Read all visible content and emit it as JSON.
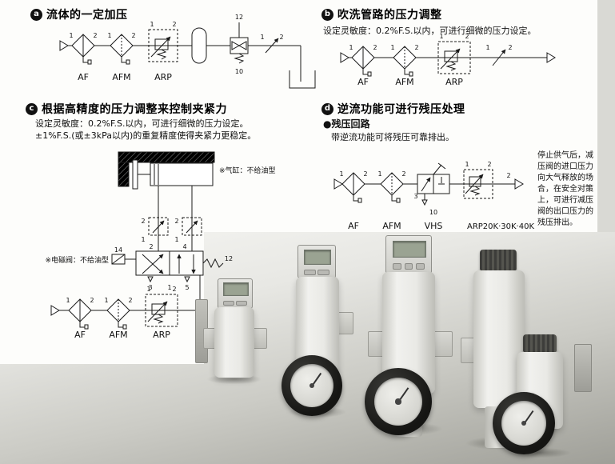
{
  "common": {
    "port1": "1",
    "port2": "2",
    "port3": "3",
    "port4": "4",
    "port5": "5",
    "port10": "10",
    "port12": "12",
    "port14": "14",
    "af": "AF",
    "afm": "AFM",
    "arp": "ARP",
    "vhs": "VHS",
    "arp_series": "ARP20K·30K·40K"
  },
  "sections": {
    "a": {
      "badge": "a",
      "title": "流体的一定加压"
    },
    "b": {
      "badge": "b",
      "title": "吹洗管路的压力调整",
      "desc": "设定灵敏度：0.2%F.S.以内，可进行细微的压力设定。"
    },
    "c": {
      "badge": "c",
      "title": "根据高精度的压力调整来控制夹紧力",
      "desc1": "设定灵敏度：0.2%F.S.以内，可进行细微的压力设定。",
      "desc2": "±1%F.S.(或±3kPa以内)的重复精度使得夹紧力更稳定。",
      "note_cylinder": "※气缸：不给油型",
      "note_valve": "※电磁阀：不给油型"
    },
    "d": {
      "badge": "d",
      "title": "逆流功能可进行残压处理",
      "subtitle": "●残压回路",
      "desc": "带逆流功能可将残压可靠排出。",
      "side_note": "停止供气后，减压阀的进口压力向大气释放的场合，在安全对策上，可进行减压阀的出口压力的残压排出。"
    }
  }
}
